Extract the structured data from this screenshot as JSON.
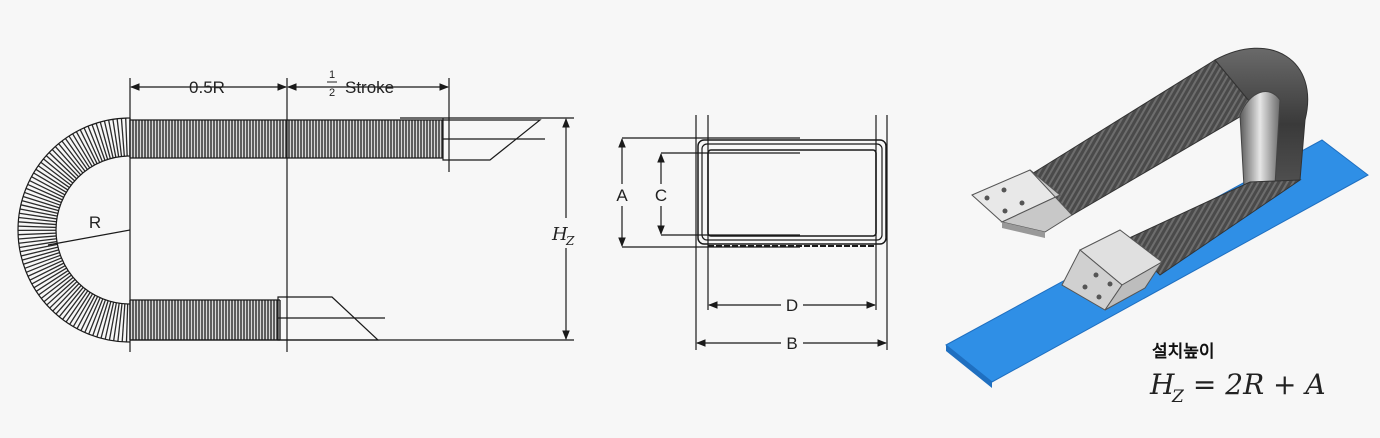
{
  "side_view": {
    "half_r_label": "0.5R",
    "stroke_fraction_num": "1",
    "stroke_fraction_den": "2",
    "stroke_label": "Stroke",
    "radius_label": "R",
    "hz_main": "H",
    "hz_sub": "Z"
  },
  "cross_section": {
    "label_a": "A",
    "label_b": "B",
    "label_c": "C",
    "label_d": "D"
  },
  "render_3d": {
    "install_height_label": "설치높이",
    "formula_h": "H",
    "formula_sub": "Z",
    "formula_rest": " = 2R + A"
  },
  "colors": {
    "line": "#1a1a1a",
    "bellows_dark": "#3a3a3a",
    "base_plate": "#2f8fe6",
    "bracket": "#d8d8d8"
  }
}
